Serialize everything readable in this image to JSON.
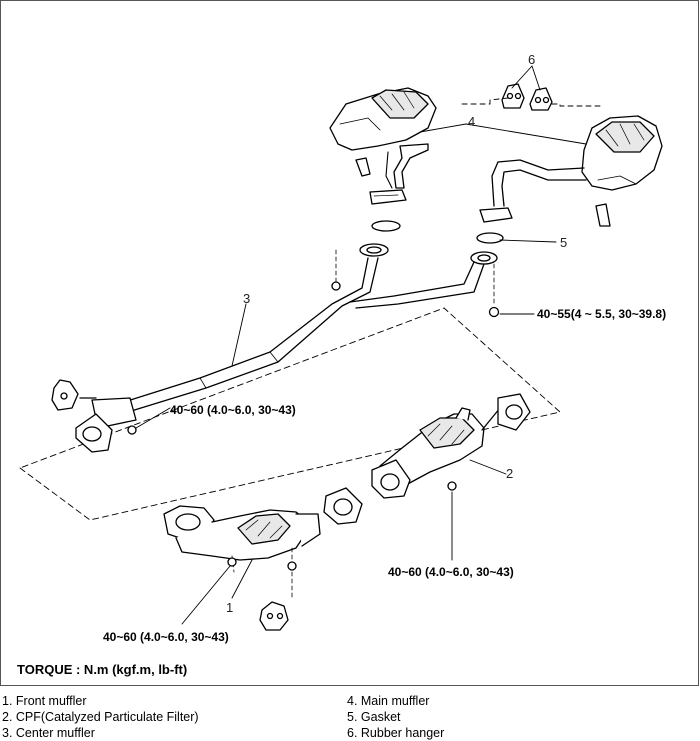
{
  "callouts": {
    "n1": "1",
    "n2": "2",
    "n3": "3",
    "n4": "4",
    "n5": "5",
    "n6": "6"
  },
  "torques": {
    "rear_flange": "40~55(4 ~ 5.5, 30~39.8)",
    "center_front": "40~60 (4.0~6.0, 30~43)",
    "cpf_flange": "40~60 (4.0~6.0, 30~43)",
    "front_muffler": "40~60 (4.0~6.0, 30~43)"
  },
  "torque_title": "TORQUE : N.m (kgf.m, lb-ft)",
  "legend": {
    "left": [
      "1.  Front muffler",
      "2.  CPF(Catalyzed Particulate Filter)",
      "3.  Center muffler"
    ],
    "right": [
      "4.  Main muffler",
      "5.  Gasket",
      "6.  Rubber hanger"
    ]
  }
}
